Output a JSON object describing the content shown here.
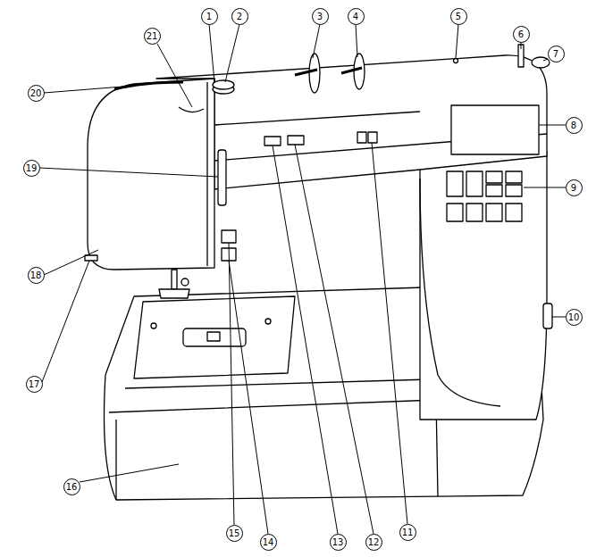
{
  "diagram": {
    "labels": [
      "1",
      "2",
      "3",
      "4",
      "5",
      "6",
      "7",
      "8",
      "9",
      "10",
      "11",
      "12",
      "13",
      "14",
      "15",
      "16",
      "17",
      "18",
      "19",
      "20",
      "21"
    ]
  }
}
